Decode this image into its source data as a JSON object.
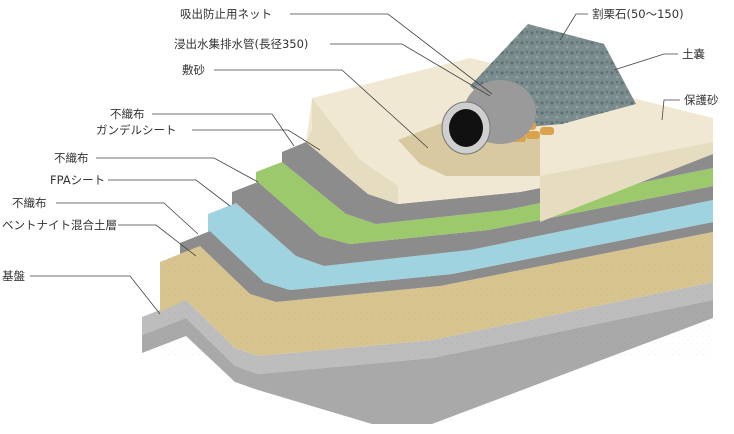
{
  "colors": {
    "base": "#a9a9a9",
    "base_top": "#bdbdbd",
    "bentonite": "#c8b27a",
    "bentonite_top": "#d8c48f",
    "nonwoven": "#8c8c8c",
    "nonwoven_top": "#a3a3a3",
    "fpa_sheet": "#9fd3e0",
    "fpa_sheet_top": "#b9e2ec",
    "gandel_sheet": "#9cc96b",
    "gandel_sheet_top": "#b5d98c",
    "protective_sand": "#e6dcc0",
    "protective_sand_top": "#f0e8d2",
    "bedding_sand": "#d9c9a0",
    "crushed_stone": "#7b8c8f",
    "sandbag": "#d9a24e",
    "pipe": "#9a9a9a",
    "leader_line": "#444444",
    "label_text": "#333333"
  },
  "labels": {
    "suction_net": "吸出防止用ネット",
    "drain_pipe": "浸出水集排水管(長径350)",
    "bedding_sand": "敷砂",
    "crushed_stone": "割栗石(50〜150)",
    "sandbag": "土嚢",
    "protective_sand": "保護砂",
    "nonwoven_1": "不織布",
    "gandel_sheet": "ガンデルシート",
    "nonwoven_2": "不織布",
    "fpa_sheet": "FPAシート",
    "nonwoven_3": "不織布",
    "bentonite": "ベントナイト混合土層",
    "base": "基盤"
  }
}
